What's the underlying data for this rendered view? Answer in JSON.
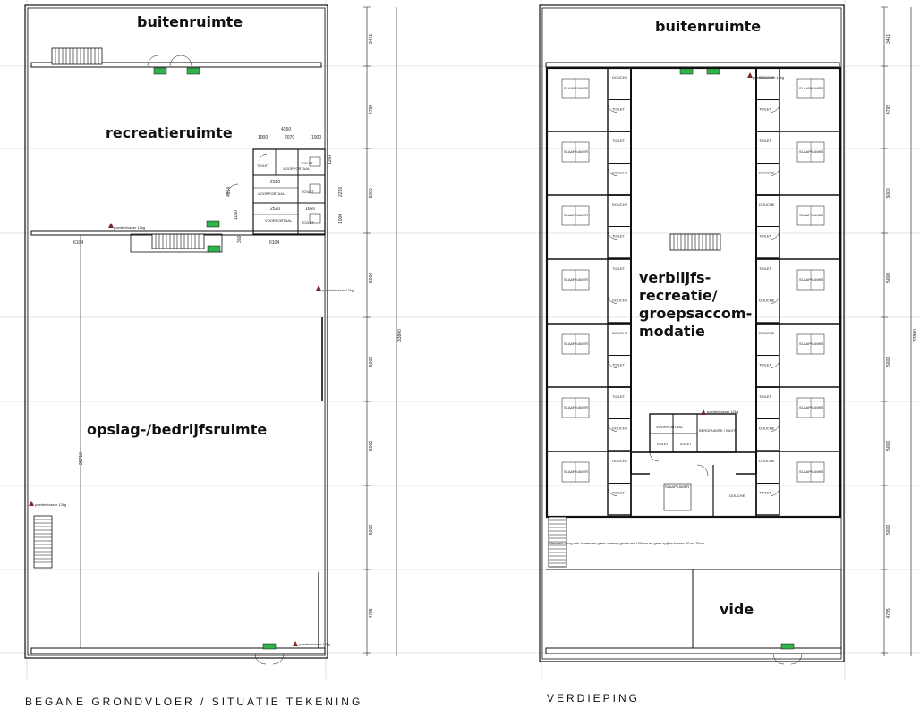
{
  "left_plan": {
    "caption": "BEGANE  GRONDVLOER / SITUATIE TEKENING",
    "zones": {
      "buitenruimte": "buitenruimte",
      "recreatieruimte": "recreatieruimte",
      "opslag": "opslag-/bedrijfsruimte"
    },
    "rooms": {
      "voorportaal": "VOORPORTAAL",
      "toilet": "TOILET"
    },
    "dims": {
      "d4350": "4350",
      "d1000a": "1000",
      "d2070": "2070",
      "d1000b": "1000",
      "d2520a": "2520",
      "d2520b": "2520",
      "d1660": "1660",
      "d1264": "1264",
      "d2296": "2296",
      "d1000c": "1000",
      "d4924": "4924",
      "d1150": "1150",
      "d6104a": "6104",
      "d6104b": "6104",
      "d26710": "26710",
      "d350": "350"
    },
    "side_dims": [
      "3461",
      "4795",
      "5000",
      "5000",
      "5000",
      "5000",
      "5000",
      "4795"
    ],
    "total": "33800",
    "extinguisher": "poederblusser 12kg"
  },
  "right_plan": {
    "caption": "VERDIEPING",
    "zones": {
      "buitenruimte": "buitenruimte",
      "main_line1": "verblijfs-",
      "main_line2": "recreatie/",
      "main_line3": "groepsaccom-",
      "main_line4": "modatie",
      "vide": "vide"
    },
    "rooms": {
      "slaapkamer": "SLAAPKAMER",
      "toilet": "TOILET",
      "douche": "DOUCHE",
      "voorportaal": "VOORPORTAAL",
      "berging": "BERGRUIMTE / KAST"
    },
    "note": "Hekwerk hoog min 1meter en geen opening groter als 100mm en geen spijlen tussen 20 en 70cm",
    "side_dims": [
      "3461",
      "4795",
      "5000",
      "5000",
      "5000",
      "5000",
      "5000",
      "4795"
    ],
    "total": "33800",
    "extinguisher": "poederblusser 12kg"
  }
}
